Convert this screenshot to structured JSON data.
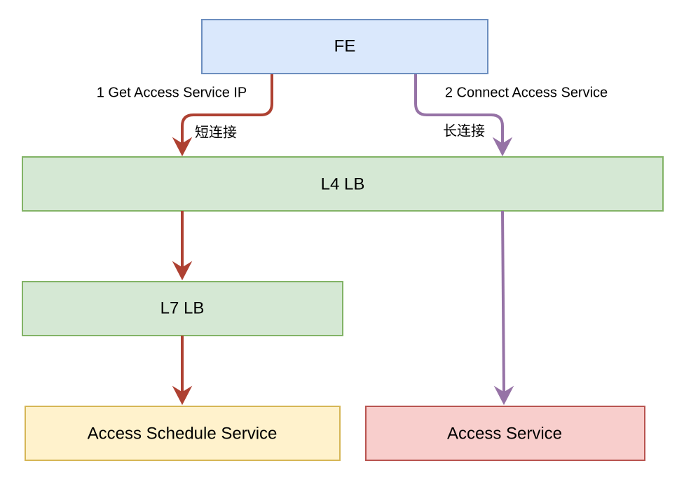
{
  "nodes": {
    "fe": "FE",
    "l4_lb": "L4 LB",
    "l7_lb": "L7 LB",
    "access_schedule_service": "Access Schedule Service",
    "access_service": "Access Service"
  },
  "edges": {
    "get_ip_label": "1 Get Access Service IP",
    "short_conn_label": "短连接",
    "connect_label": "2 Connect Access Service",
    "long_conn_label": "长连接"
  },
  "colors": {
    "fe_fill": "#dae8fc",
    "fe_stroke": "#6c8ebf",
    "lb_fill": "#d5e8d4",
    "lb_stroke": "#82b366",
    "schedule_fill": "#fff2cc",
    "schedule_stroke": "#d6b656",
    "access_fill": "#f8cecc",
    "access_stroke": "#b85450",
    "path_short": "#ae4132",
    "path_long": "#9673a6"
  }
}
